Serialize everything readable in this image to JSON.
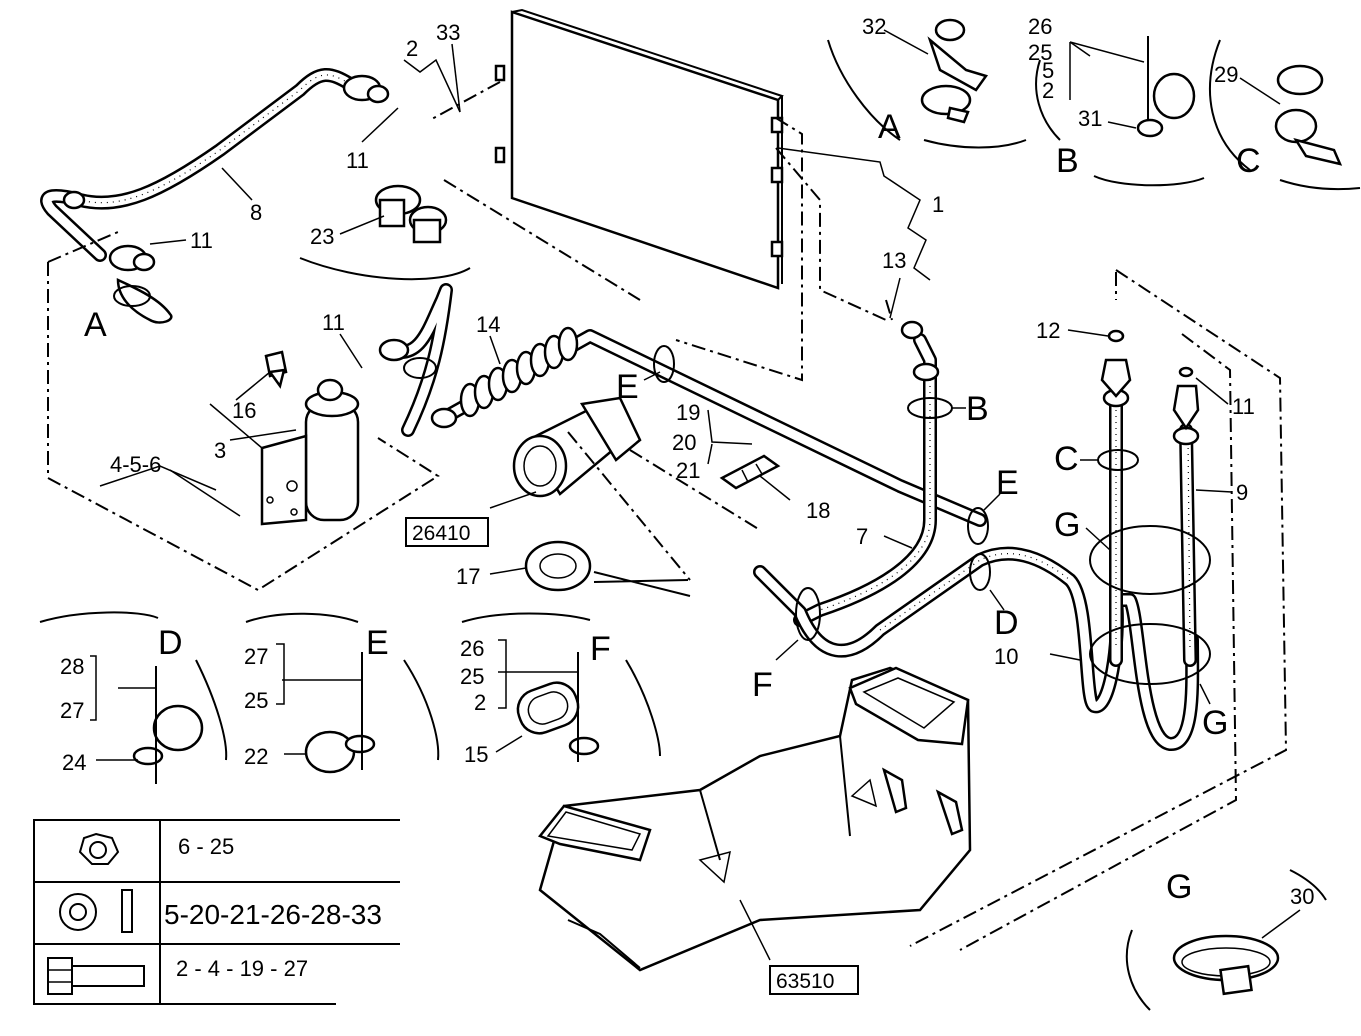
{
  "parts": {
    "p1": "1",
    "p2": "2",
    "p33": "33",
    "p8": "8",
    "p11a": "11",
    "p11b": "11",
    "p11c": "11",
    "p11d": "11",
    "p23": "23",
    "p14": "14",
    "p16": "16",
    "p3": "3",
    "p456": "4-5-6",
    "p13": "13",
    "p12": "12",
    "p19": "19",
    "p20": "20",
    "p21": "21",
    "p18": "18",
    "p7": "7",
    "p9": "9",
    "p10": "10",
    "p17": "17",
    "p15": "15",
    "p22": "22",
    "p24": "24",
    "p30": "30"
  },
  "details": {
    "A": {
      "letter": "A",
      "clip": "32"
    },
    "B": {
      "letter": "B",
      "stack": [
        "26",
        "25",
        "5",
        "2"
      ],
      "clip": "31"
    },
    "C": {
      "letter": "C",
      "clip": "29"
    },
    "D": {
      "letter": "D",
      "stack": [
        "28",
        "27"
      ],
      "clip": "24"
    },
    "E": {
      "letter": "E",
      "stack": [
        "27",
        "25"
      ],
      "clip": "22"
    },
    "F": {
      "letter": "F",
      "stack": [
        "26",
        "25",
        "2"
      ],
      "clip": "15"
    },
    "G": {
      "letter": "G",
      "clip": "30"
    }
  },
  "callouts": {
    "A": "A",
    "B": "B",
    "C": "C",
    "D": "D",
    "E1": "E",
    "E2": "E",
    "F": "F",
    "G1": "G",
    "G2": "G"
  },
  "references": {
    "compressor": "26410",
    "heater_unit": "63510"
  },
  "legend": {
    "rows": [
      {
        "icon": "hex-nut-icon",
        "values": "6 - 25"
      },
      {
        "icon": "washer-pin-icon",
        "values": "5-20-21-26-28-33"
      },
      {
        "icon": "bolt-icon",
        "values": "2 - 4 - 19 - 27"
      }
    ]
  }
}
